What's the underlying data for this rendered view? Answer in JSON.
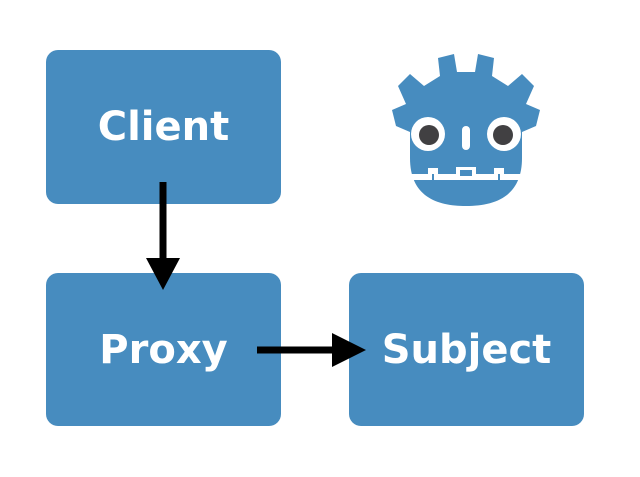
{
  "nodes": {
    "client": {
      "label": "Client"
    },
    "proxy": {
      "label": "Proxy"
    },
    "subject": {
      "label": "Subject"
    }
  },
  "edges": [
    {
      "from": "Client",
      "to": "Proxy"
    },
    {
      "from": "Proxy",
      "to": "Subject"
    }
  ],
  "colors": {
    "box_fill": "#478cbf",
    "box_text": "#ffffff",
    "arrow": "#000000",
    "logo_primary": "#478cbf",
    "logo_secondary": "#ffffff",
    "logo_eye": "#414042"
  },
  "icons": {
    "logo": "godot-engine-logo-icon"
  }
}
